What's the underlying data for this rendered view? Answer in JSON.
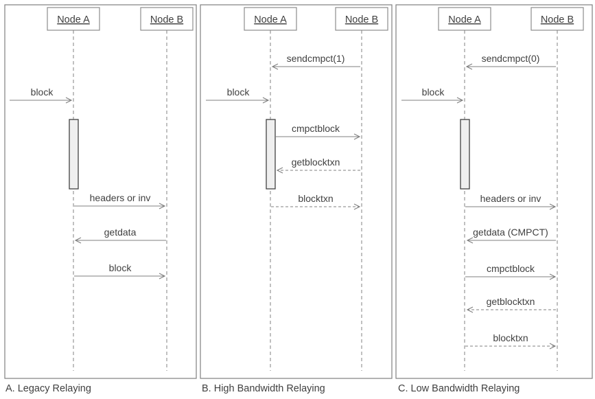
{
  "panels": [
    {
      "caption": "A. Legacy Relaying",
      "nodes": [
        {
          "label": "Node A"
        },
        {
          "label": "Node B"
        }
      ],
      "messages": [
        {
          "label": "block",
          "from": "external",
          "to": "Node A",
          "line": "solid"
        },
        {
          "label": "headers or inv",
          "from": "Node A",
          "to": "Node B",
          "line": "solid"
        },
        {
          "label": "getdata",
          "from": "Node B",
          "to": "Node A",
          "line": "solid"
        },
        {
          "label": "block",
          "from": "Node A",
          "to": "Node B",
          "line": "solid"
        }
      ]
    },
    {
      "caption": "B. High Bandwidth Relaying",
      "nodes": [
        {
          "label": "Node A"
        },
        {
          "label": "Node B"
        }
      ],
      "messages": [
        {
          "label": "sendcmpct(1)",
          "from": "Node B",
          "to": "Node A",
          "line": "solid"
        },
        {
          "label": "block",
          "from": "external",
          "to": "Node A",
          "line": "solid"
        },
        {
          "label": "cmpctblock",
          "from": "Node A",
          "to": "Node B",
          "line": "solid"
        },
        {
          "label": "getblocktxn",
          "from": "Node B",
          "to": "Node A",
          "line": "dashed"
        },
        {
          "label": "blocktxn",
          "from": "Node A",
          "to": "Node B",
          "line": "dashed"
        }
      ]
    },
    {
      "caption": "C. Low Bandwidth Relaying",
      "nodes": [
        {
          "label": "Node A"
        },
        {
          "label": "Node B"
        }
      ],
      "messages": [
        {
          "label": "sendcmpct(0)",
          "from": "Node B",
          "to": "Node A",
          "line": "solid"
        },
        {
          "label": "block",
          "from": "external",
          "to": "Node A",
          "line": "solid"
        },
        {
          "label": "headers or inv",
          "from": "Node A",
          "to": "Node B",
          "line": "solid"
        },
        {
          "label": "getdata (CMPCT)",
          "from": "Node B",
          "to": "Node A",
          "line": "solid"
        },
        {
          "label": "cmpctblock",
          "from": "Node A",
          "to": "Node B",
          "line": "solid"
        },
        {
          "label": "getblocktxn",
          "from": "Node B",
          "to": "Node A",
          "line": "dashed"
        },
        {
          "label": "blocktxn",
          "from": "Node A",
          "to": "Node B",
          "line": "dashed"
        }
      ]
    }
  ],
  "colors": {
    "line_gray": "#7f7f7f",
    "text_dark": "#404040",
    "activation_fill": "#efefef",
    "activation_border": "#404040",
    "background": "#ffffff"
  }
}
